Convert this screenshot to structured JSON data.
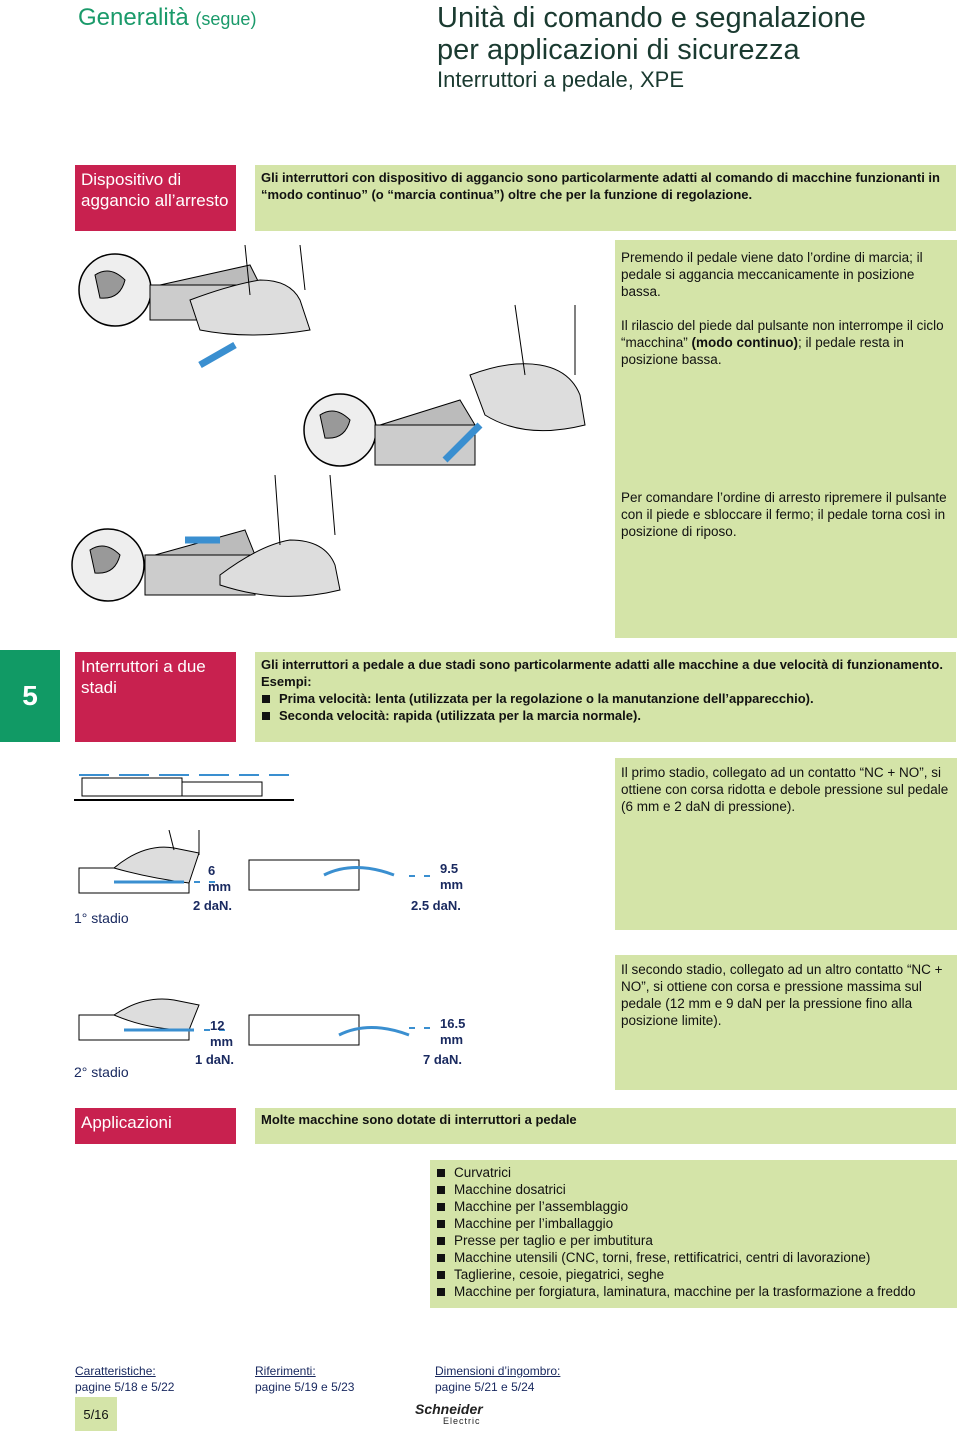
{
  "header": {
    "section_title": "Generalità",
    "section_suffix": "(segue)",
    "title_line1": "Unità di comando e segnalazione",
    "title_line2": "per applicazioni di sicurezza",
    "subtitle": "Interruttori a pedale, XPE"
  },
  "aggancio": {
    "label": "Dispositivo di aggancio all’arresto",
    "intro": "Gli interruttori con dispositivo di aggancio sono particolarmente adatti al comando di macchine funzionanti in “modo continuo” (o “marcia continua”) oltre che per la funzione di regolazione.",
    "step1": "Premendo il pedale viene dato l’ordine di marcia; il pedale si aggancia meccanicamente in posizione bassa.",
    "step2_a": "Il rilascio del piede dal pulsante non interrompe il ciclo “macchina”",
    "step2_b": "(modo continuo)",
    "step2_c": "; il pedale resta in posizione bassa.",
    "step3": "Per comandare l’ordine di arresto ripremere il pulsante con il piede e sbloccare il fermo; il pedale torna così in posizione di riposo."
  },
  "section_tab": "5",
  "due_stadi": {
    "label": "Interruttori a due stadi",
    "intro": "Gli interruttori a pedale a due stadi sono particolarmente adatti alle macchine a due velocità di funzionamento.",
    "examples_label": "Esempi:",
    "examples": [
      "Prima velocità: lenta (utilizzata per la regolazione o la manutanzione dell’apparecchio).",
      "Seconda velocità: rapida (utilizzata per la marcia normale)."
    ],
    "stage1_text": "Il primo stadio, collegato ad un contatto “NC + NO”, si ottiene con corsa ridotta e debole pressione sul pedale (6 mm e 2 daN di pressione).",
    "stage2_text": "Il secondo stadio, collegato ad un altro contatto “NC + NO”, si ottiene con corsa e pressione massima sul pedale (12 mm e 9 daN per la pressione fino alla posizione limite).",
    "stage1": {
      "label": "1° stadio",
      "a_travel": "6",
      "a_unit": "mm",
      "a_force": "2 daN.",
      "b_travel": "9.5",
      "b_unit": "mm",
      "b_force": "2.5 daN."
    },
    "stage2": {
      "label": "2° stadio",
      "a_travel": "12",
      "a_unit": "mm",
      "a_force": "1 daN.",
      "b_travel": "16.5",
      "b_unit": "mm",
      "b_force": "7 daN."
    }
  },
  "applicazioni": {
    "label": "Applicazioni",
    "intro": "Molte macchine sono dotate di interruttori a pedale",
    "items": [
      "Curvatrici",
      "Macchine dosatrici",
      "Macchine per l’assemblaggio",
      "Macchine per l’imballaggio",
      "Presse per taglio e per imbutitura",
      "Macchine utensili (CNC, torni, frese, rettificatrici, centri di lavorazione)",
      "Taglierine, cesoie, piegatrici, seghe",
      "Macchine per forgiatura, laminatura, macchine per la trasformazione a freddo"
    ]
  },
  "footer": {
    "caratteristiche_label": "Caratteristiche:",
    "caratteristiche_pages": "pagine 5/18 e 5/22",
    "riferimenti_label": "Riferimenti:",
    "riferimenti_pages": "pagine 5/19 e 5/23",
    "dimensioni_label": "Dimensioni d’ingombro:",
    "dimensioni_pages": "pagine 5/21 e 5/24",
    "page_number": "5/16",
    "brand": "Schneider",
    "brand_sub": "Electric"
  },
  "colors": {
    "red": "#c8214f",
    "green_panel": "#d4e4a8",
    "tab_green": "#119a65",
    "arrow_blue": "#3a8fd0"
  }
}
